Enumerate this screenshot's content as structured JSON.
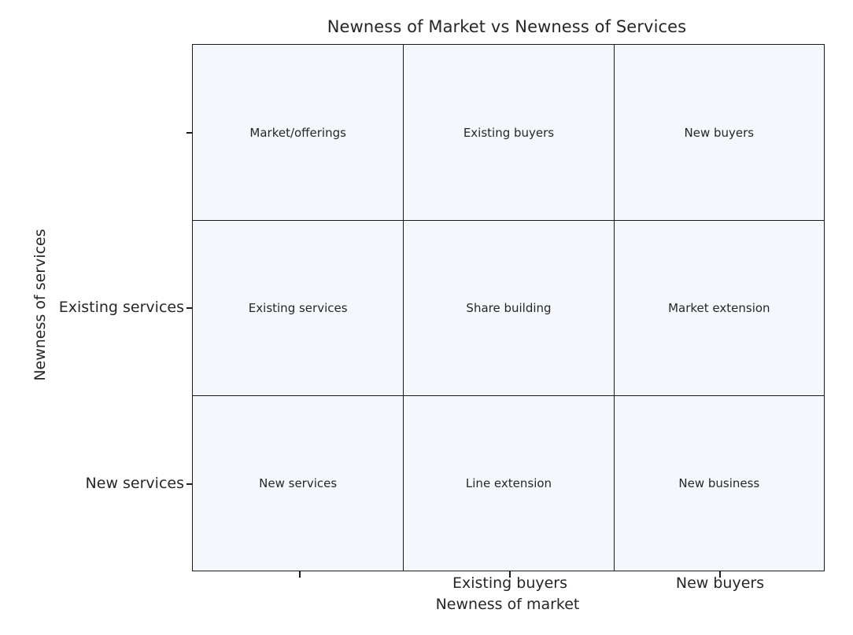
{
  "chart_data": {
    "type": "table",
    "title": "Newness of Market vs Newness of Services",
    "xlabel": "Newness of market",
    "ylabel": "Newness of services",
    "grid": true,
    "legend": "none",
    "x_tick_labels": [
      "",
      "Existing buyers",
      "New buyers"
    ],
    "y_tick_labels": [
      "",
      "Existing services",
      "New services"
    ],
    "row_headers": [
      "Market/offerings",
      "Existing services",
      "New services"
    ],
    "column_headers": [
      "Market/offerings",
      "Existing buyers",
      "New buyers"
    ],
    "cells": [
      [
        "Market/offerings",
        "Existing buyers",
        "New buyers"
      ],
      [
        "Existing services",
        "Share building",
        "Market extension"
      ],
      [
        "New services",
        "Line extension",
        "New business"
      ]
    ],
    "colors": {
      "cell_fill": "#f4f8fc",
      "grid_line": "#1a1a1a",
      "text": "#262626",
      "background": "#ffffff"
    }
  },
  "axes": {
    "y_title": "Newness of services",
    "x_title": "Newness of market",
    "y_ticks": [
      {
        "label": "",
        "position": "top"
      },
      {
        "label": "Existing services",
        "position": "middle"
      },
      {
        "label": "New services",
        "position": "bottom"
      }
    ],
    "x_ticks": [
      {
        "label": "",
        "position": "left"
      },
      {
        "label": "Existing buyers",
        "position": "middle"
      },
      {
        "label": "New buyers",
        "position": "right"
      }
    ]
  }
}
